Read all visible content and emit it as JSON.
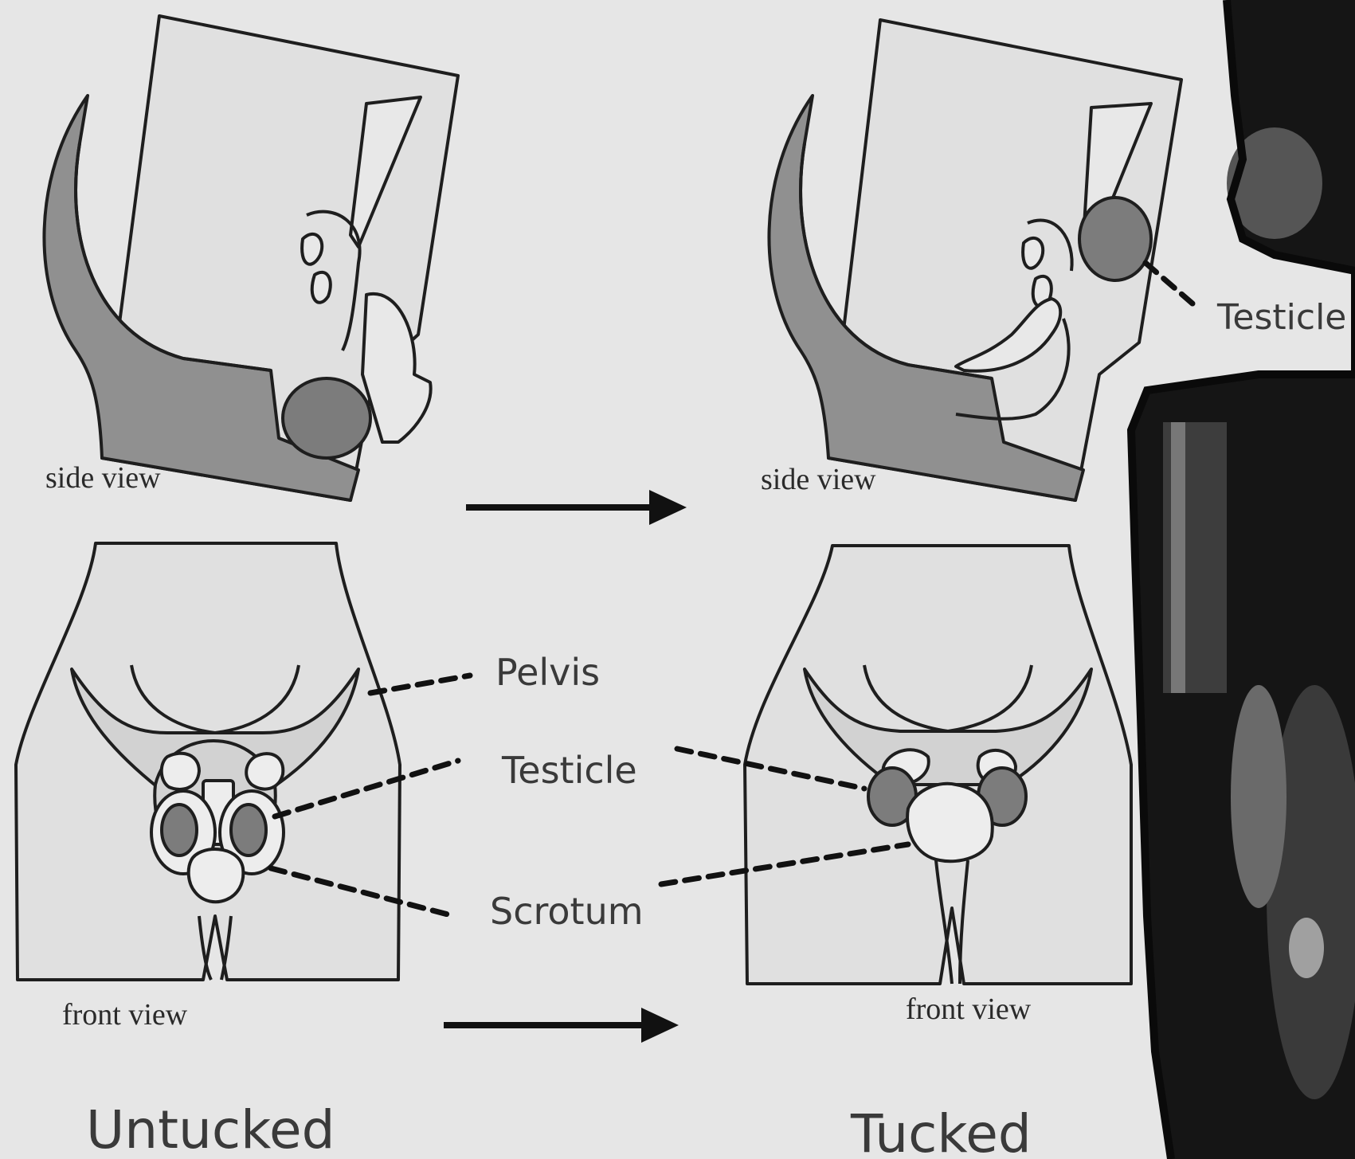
{
  "labels": {
    "side_view_left": "side view",
    "side_view_right": "side view",
    "front_view_left": "front view",
    "front_view_right": "front view",
    "pelvis": "Pelvis",
    "testicle": "Testicle",
    "scrotum": "Scrotum",
    "testicle_callout": "Testicle",
    "untucked": "Untucked",
    "tucked": "Tucked"
  },
  "colors": {
    "paper": "#e6e6e6",
    "body_fill": "#e0e0e0",
    "tissue_fill": "#909090",
    "testicle_fill": "#7c7c7c",
    "pelvis_fill": "#d2d2d2",
    "outline": "#1e1e1e",
    "photo_dark": "#151515"
  }
}
